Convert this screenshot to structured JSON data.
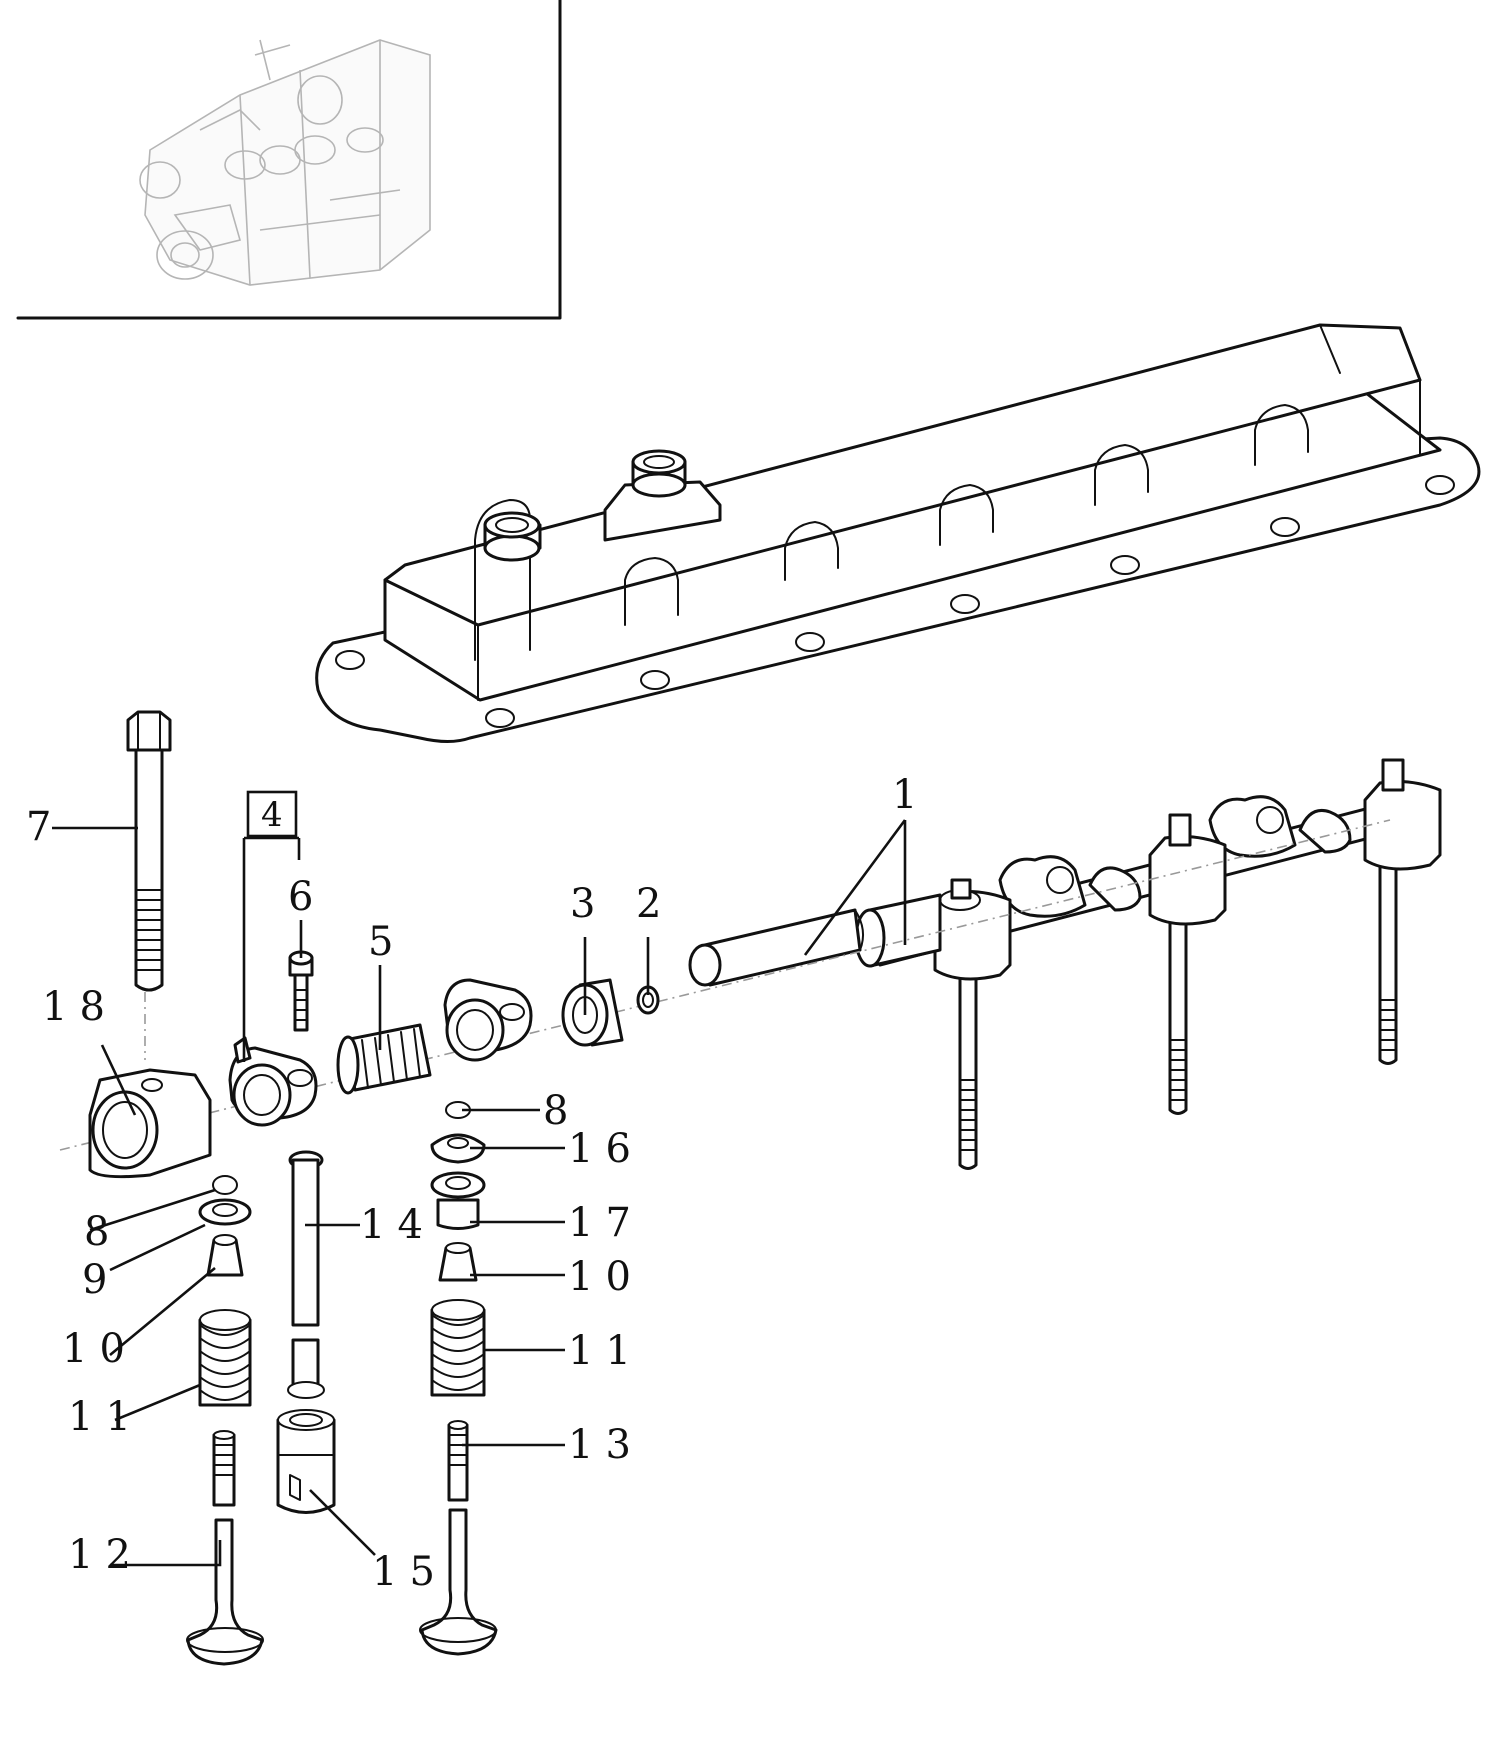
{
  "callouts": {
    "c1": "1",
    "c2": "2",
    "c3": "3",
    "c4_box": "4",
    "c5": "5",
    "c6": "6",
    "c7": "7",
    "c18": "18",
    "c8_left": "8",
    "c9": "9",
    "c10_left": "10",
    "c11_left": "11",
    "c12": "12",
    "c14": "14",
    "c15": "15",
    "c8_right": "8",
    "c16": "16",
    "c17": "17",
    "c10_right": "10",
    "c11_right": "11",
    "c13": "13"
  }
}
